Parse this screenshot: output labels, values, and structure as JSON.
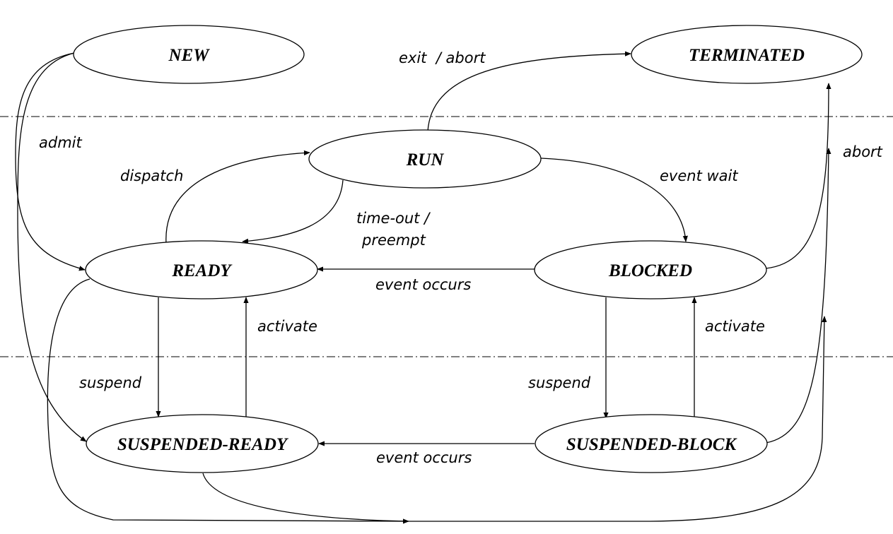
{
  "states": {
    "new": "NEW",
    "terminated": "TERMINATED",
    "run": "RUN",
    "ready": "READY",
    "blocked": "BLOCKED",
    "suspended_ready": "SUSPENDED-READY",
    "suspended_block": "SUSPENDED-BLOCK"
  },
  "transitions": {
    "admit": "admit",
    "exit_abort": "exit  / abort",
    "abort": "abort",
    "dispatch": "dispatch",
    "timeout_line1": "time-out /",
    "timeout_line2": "preempt",
    "event_wait": "event wait",
    "event_occurs_upper": "event occurs",
    "event_occurs_lower": "event occurs",
    "activate_left": "activate",
    "activate_right": "activate",
    "suspend_left": "suspend",
    "suspend_right": "suspend"
  }
}
